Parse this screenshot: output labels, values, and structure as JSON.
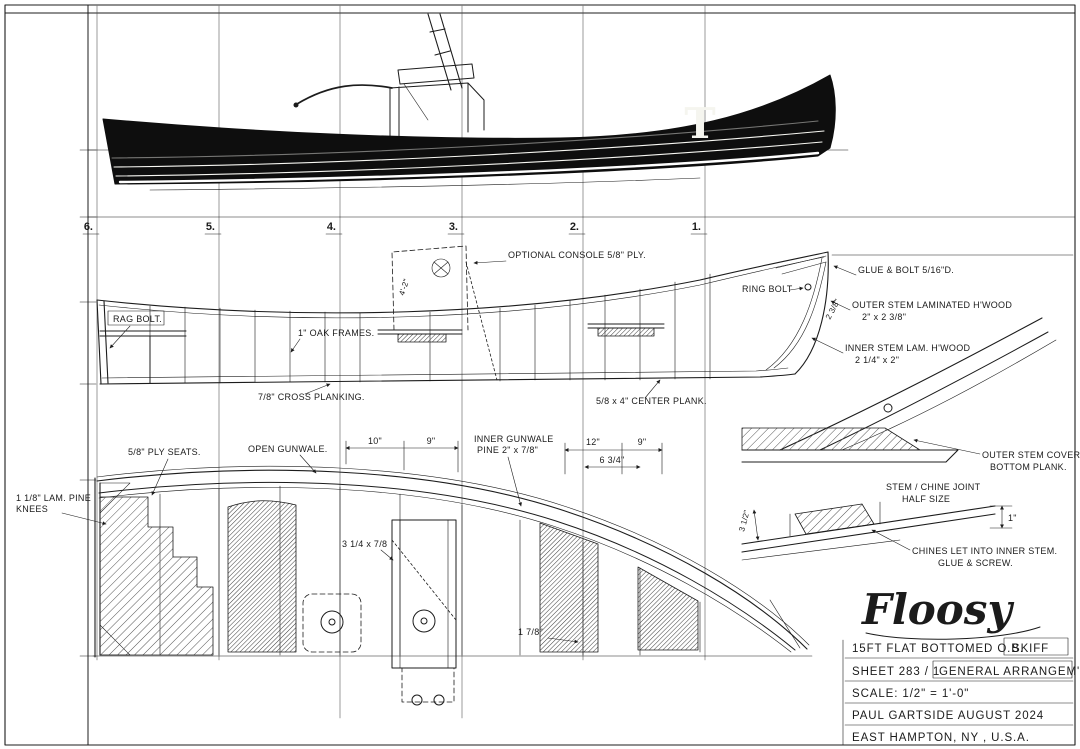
{
  "sheet": {
    "stations": [
      "6.",
      "5.",
      "4.",
      "3.",
      "2.",
      "1."
    ],
    "hull_letter": "T"
  },
  "profile": {
    "optional_console": "OPTIONAL CONSOLE 5/8\" PLY.",
    "console_dim": "4'-2\"",
    "glue_bolt": "GLUE & BOLT  5/16\"D.",
    "ring_bolt": "RING BOLT",
    "rag_bolt": "RAG BOLT.",
    "oak_frames": "1\" OAK FRAMES.",
    "cross_planking": "7/8\" CROSS PLANKING.",
    "center_plank": "5/8 x 4\" CENTER PLANK.",
    "outer_stem_1": "OUTER STEM  LAMINATED H'WOOD",
    "outer_stem_2": "2\" x 2 3/8\"",
    "stem_dim": "2 3/8\"",
    "inner_stem_1": "INNER STEM LAM. H'WOOD",
    "inner_stem_2": "2 1/4\" x 2\""
  },
  "plan": {
    "ply_seats": "5/8\" PLY SEATS.",
    "open_gunwale": "OPEN GUNWALE.",
    "inner_gunwale_1": "INNER GUNWALE",
    "inner_gunwale_2": "PINE 2\" x 7/8\"",
    "knees_1": "1 1/8\" LAM. PINE",
    "knees_2": "KNEES",
    "dim_10": "10\"",
    "dim_9a": "9\"",
    "dim_12": "12\"",
    "dim_9b": "9\"",
    "dim_6_3_4": "6 3/4\"",
    "dim_frame": "3 1/4 x 7/8",
    "dim_1_7_8": "1 7/8\""
  },
  "details": {
    "outer_stem_covers_1": "OUTER STEM COVERS",
    "outer_stem_covers_2": "BOTTOM PLANK.",
    "stem_chine_1": "STEM / CHINE JOINT",
    "stem_chine_2": "HALF SIZE",
    "chines_let_1": "CHINES LET INTO INNER STEM.",
    "chines_let_2": "GLUE & SCREW.",
    "dim_3_1_2": "3 1/2\"",
    "dim_1": "1\""
  },
  "title_block": {
    "boat_name": "Floosy",
    "line1a": "15FT  FLAT BOTTOMED  O.B.",
    "line1b": "SKIFF",
    "line2a": "SHEET 283 / 1",
    "line2b": "GENERAL ARRANGEM'T.",
    "line3": "SCALE:  1/2\" = 1'-0\"",
    "line4": "PAUL GARTSIDE    AUGUST 2024",
    "line5": "EAST HAMPTON, NY ,  U.S.A."
  }
}
